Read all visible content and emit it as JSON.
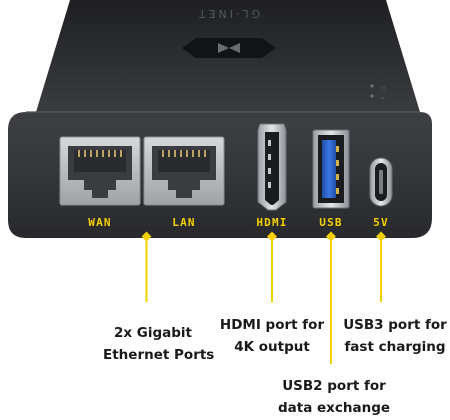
{
  "port_labels": {
    "wan": "WAN",
    "lan": "LAN",
    "hdmi": "HDMI",
    "usb": "USB",
    "power": "5V"
  },
  "callouts": {
    "ethernet": [
      "2x Gigabit",
      "Ethernet Ports"
    ],
    "hdmi": [
      "HDMI port for",
      "4K output"
    ],
    "usb3": [
      "USB3 port for",
      "fast charging"
    ],
    "usb2": [
      "USB2 port for",
      "data exchange"
    ]
  },
  "colors": {
    "accent_yellow": "#f5d000",
    "usb3_blue": "#2a63c9",
    "case_dark": "#2b2d30"
  }
}
